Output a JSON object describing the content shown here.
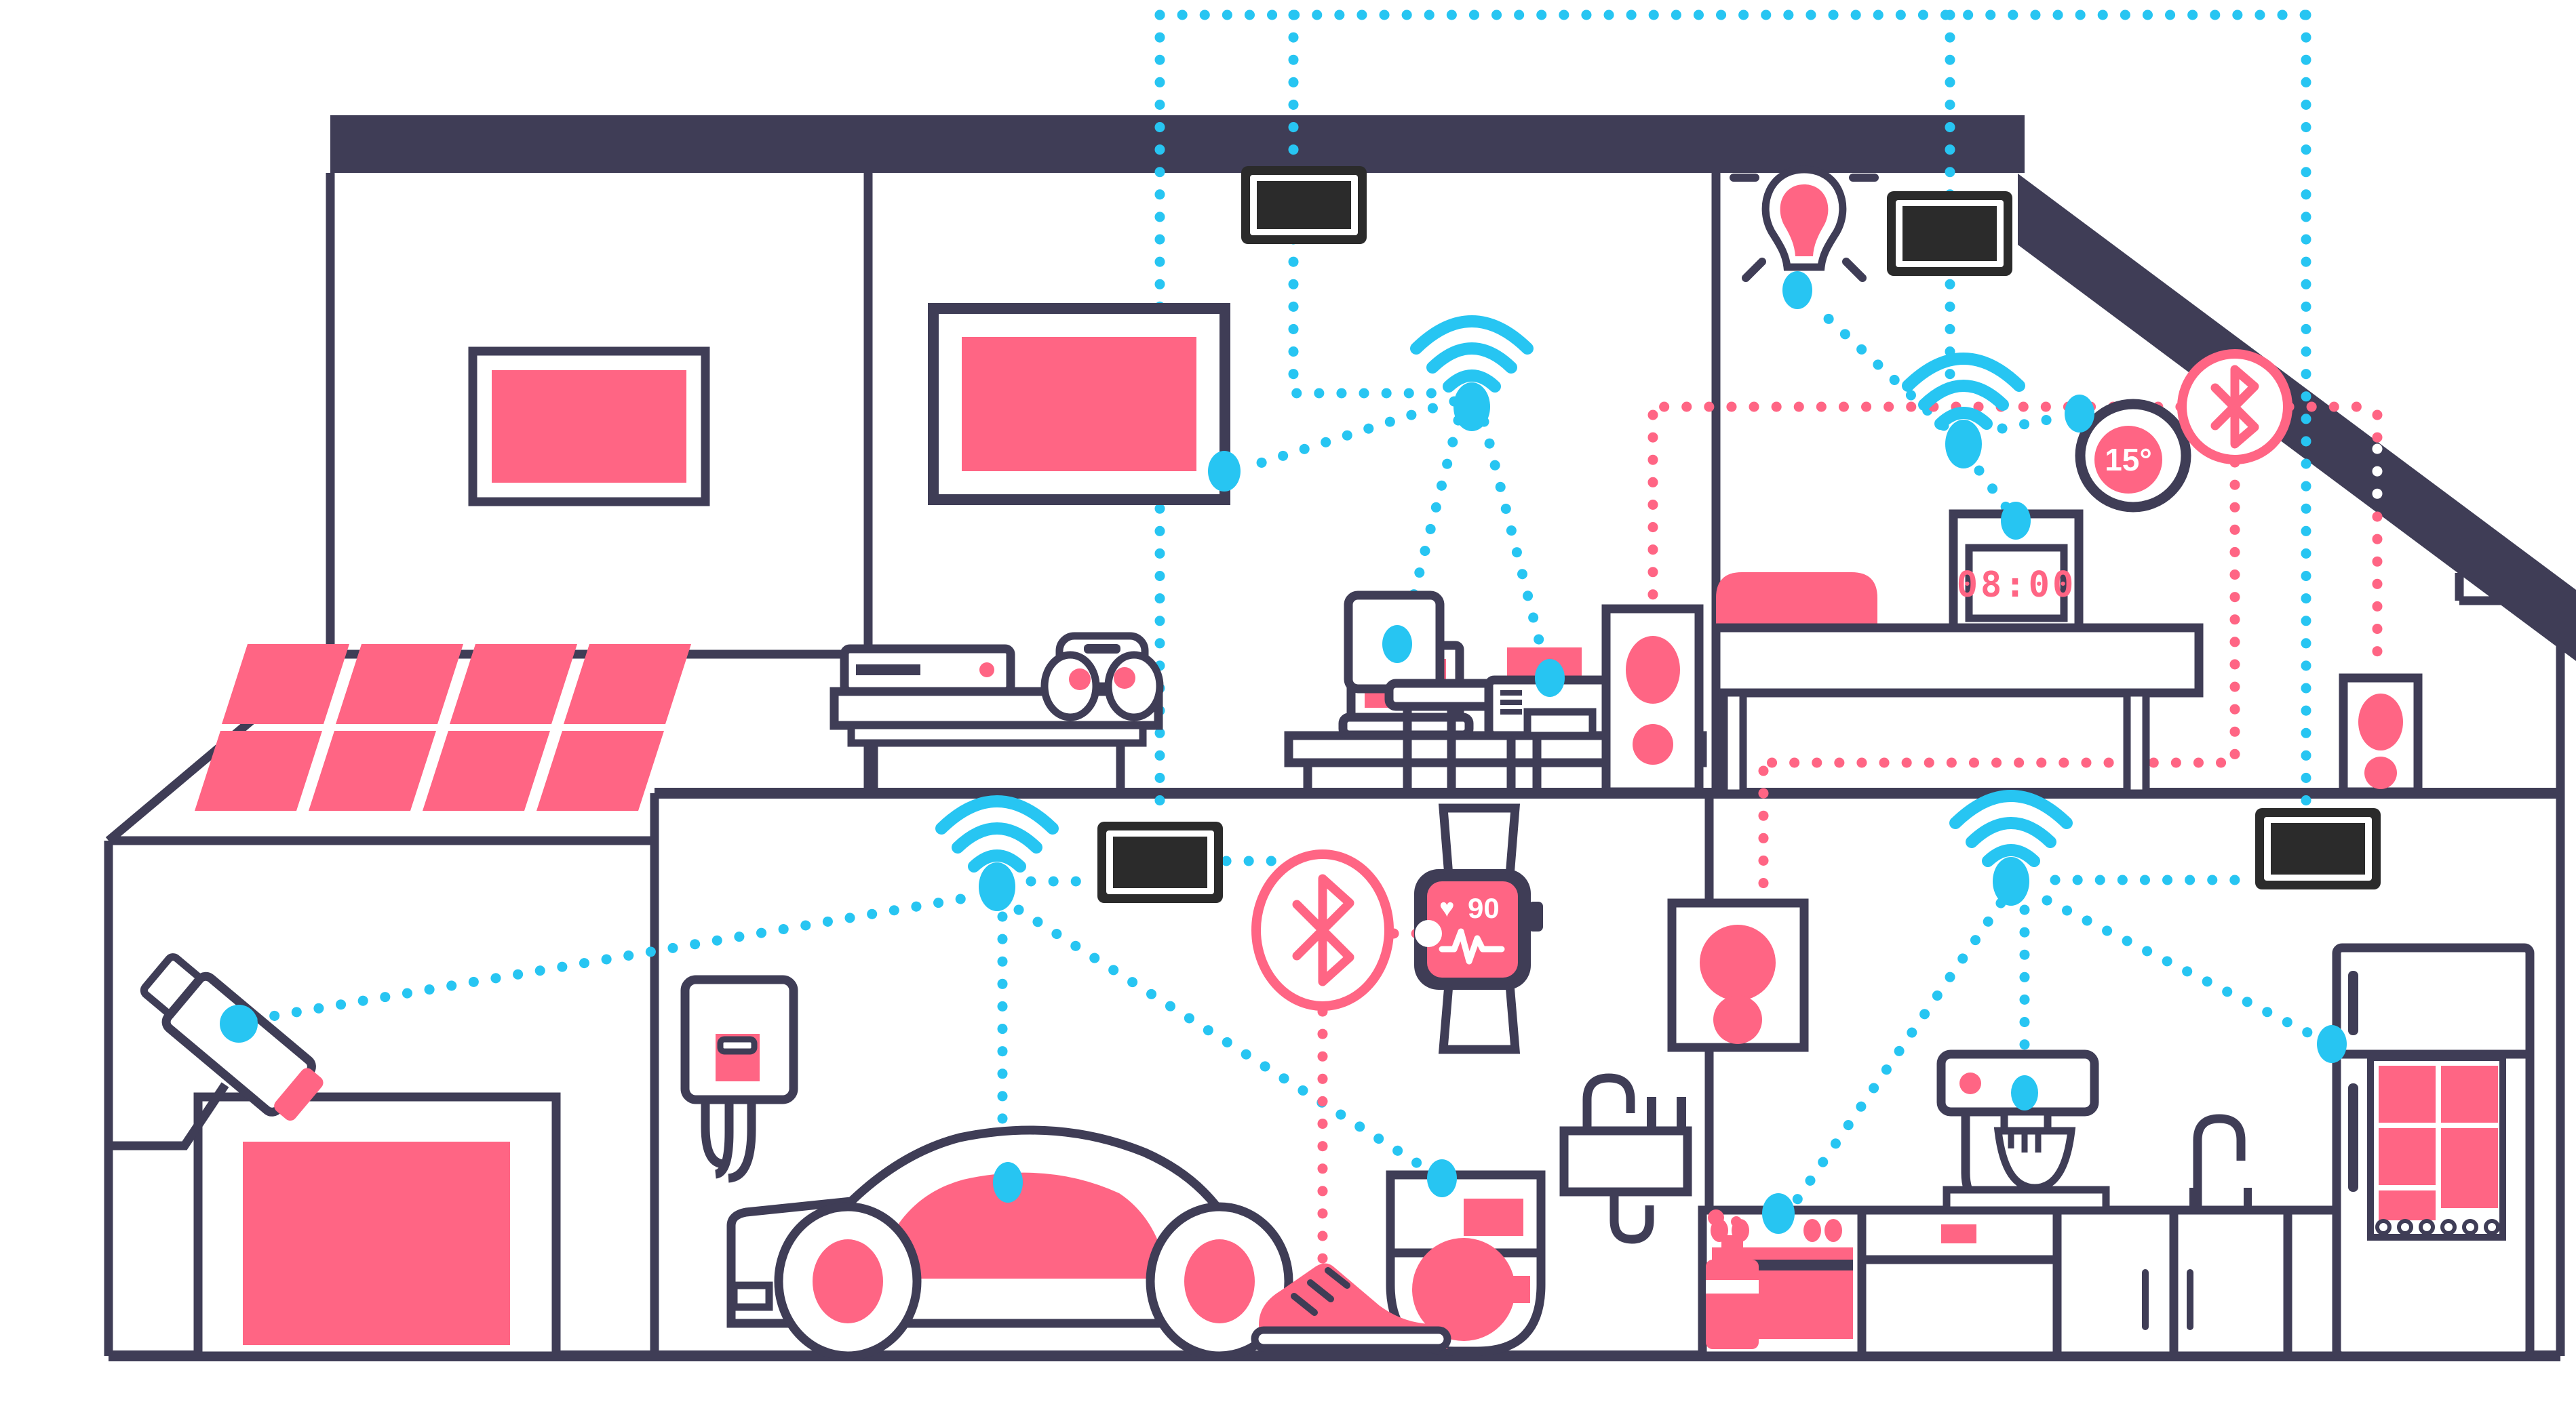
{
  "title": "Smart home with connected IoT devices",
  "colors": {
    "dark": "#3F3D56",
    "pink": "#FF6584",
    "cyan": "#27C5F2",
    "screen": "#2B2B2B"
  },
  "texts": {
    "thermostat_temp": "15°",
    "alarm_time": "08:00",
    "watch_heart_rate": "90",
    "watch_heart_icon": "♥"
  },
  "networks": {
    "wifi": {
      "color_key": "cyan",
      "hubs": [
        "living-room",
        "bedroom",
        "utility-room",
        "kitchen"
      ],
      "connections": [
        "rooftop-bus to living-room-tablet",
        "rooftop-bus to utility-room-tablet",
        "rooftop-bus to bedroom-tablet",
        "rooftop-bus to kitchen-tablet",
        "living-hub to tv",
        "living-hub to laptop",
        "living-hub to printer",
        "bedroom-hub to smart-bulb",
        "bedroom-hub to thermostat",
        "bedroom-hub to alarm-clock",
        "utility-hub to security-camera",
        "utility-hub to car",
        "utility-hub to washing-machine",
        "utility-hub to wall-tablet",
        "kitchen-hub to stove",
        "kitchen-hub to mixer",
        "kitchen-hub to fridge",
        "kitchen-hub to wall-tablet"
      ]
    },
    "bluetooth": {
      "color_key": "pink",
      "nodes": [
        "roof-bluetooth",
        "utility-bluetooth"
      ],
      "connections": [
        "roof-bluetooth to living-room-speaker",
        "roof-bluetooth to kitchen-speaker",
        "roof-bluetooth to right-wall-speaker",
        "utility-bluetooth to smartwatch",
        "utility-bluetooth to smart-shoe",
        "utility-bluetooth to wall-tablet"
      ]
    }
  },
  "devices": [
    {
      "name": "solar-panels",
      "room": "roof"
    },
    {
      "name": "attic-window",
      "room": "attic"
    },
    {
      "name": "tv",
      "room": "living-room"
    },
    {
      "name": "game-console",
      "room": "living-room"
    },
    {
      "name": "gamepad",
      "room": "living-room"
    },
    {
      "name": "wall-tablet",
      "room": "living-room"
    },
    {
      "name": "laptop",
      "room": "living-room"
    },
    {
      "name": "printer",
      "room": "living-room"
    },
    {
      "name": "speaker",
      "room": "living-room"
    },
    {
      "name": "smart-bulb",
      "room": "bedroom"
    },
    {
      "name": "wall-tablet",
      "room": "bedroom"
    },
    {
      "name": "thermostat",
      "room": "bedroom"
    },
    {
      "name": "alarm-clock",
      "room": "bedroom"
    },
    {
      "name": "bed",
      "room": "bedroom"
    },
    {
      "name": "speaker",
      "room": "right-wall"
    },
    {
      "name": "security-camera",
      "room": "garage"
    },
    {
      "name": "garage-door",
      "room": "garage"
    },
    {
      "name": "ev-charger",
      "room": "utility-room"
    },
    {
      "name": "car",
      "room": "utility-room"
    },
    {
      "name": "wall-tablet",
      "room": "utility-room"
    },
    {
      "name": "smartwatch",
      "room": "utility-room"
    },
    {
      "name": "washing-machine",
      "room": "utility-room"
    },
    {
      "name": "sink",
      "room": "utility-room"
    },
    {
      "name": "smart-shoe",
      "room": "utility-room"
    },
    {
      "name": "speaker",
      "room": "kitchen"
    },
    {
      "name": "stove",
      "room": "kitchen"
    },
    {
      "name": "stand-mixer",
      "room": "kitchen"
    },
    {
      "name": "sink",
      "room": "kitchen"
    },
    {
      "name": "fridge",
      "room": "kitchen"
    },
    {
      "name": "wall-tablet",
      "room": "kitchen"
    },
    {
      "name": "detergent-bottle",
      "room": "kitchen"
    }
  ]
}
